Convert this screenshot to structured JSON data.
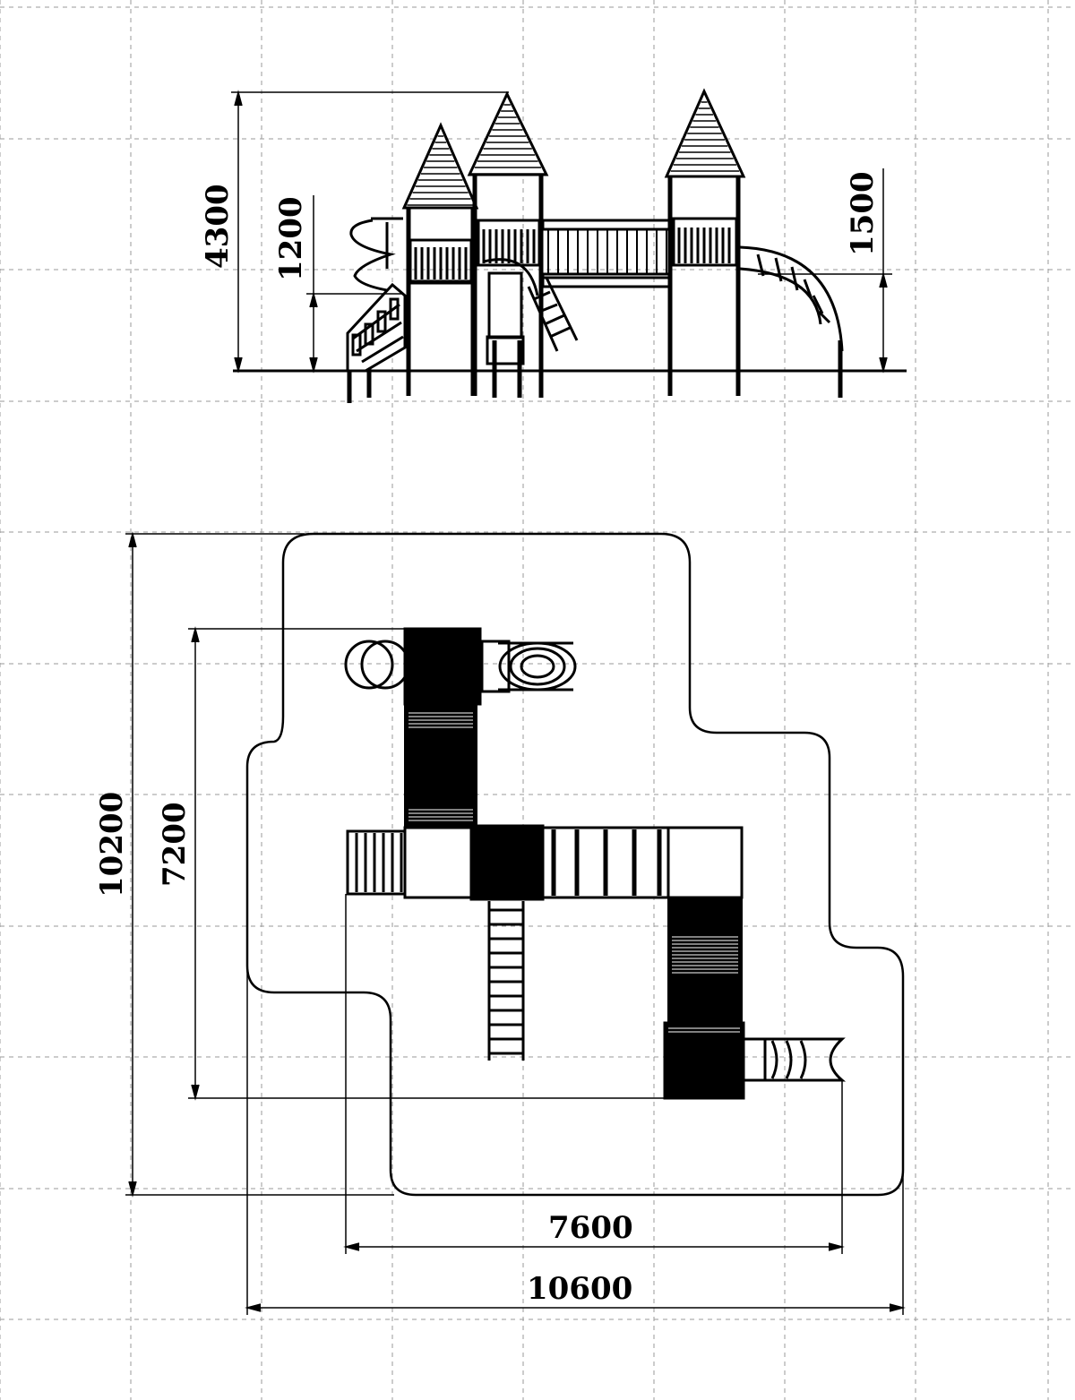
{
  "colors": {
    "background": "#ffffff",
    "ink": "#000000",
    "grid": "#9a9a9a"
  },
  "elevation_view": {
    "dimensions": {
      "total_height": "4300",
      "deck_height": "1200",
      "slide_height": "1500"
    }
  },
  "plan_view": {
    "dimensions": {
      "overall_length": "10200",
      "structure_length": "7200",
      "structure_width": "7600",
      "overall_width": "10600"
    }
  }
}
